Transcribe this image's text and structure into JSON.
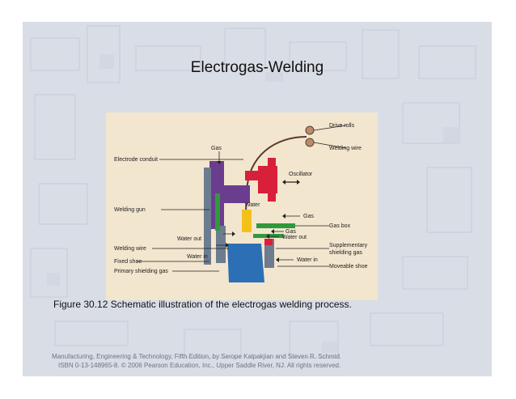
{
  "slide": {
    "title": "Electrogas-Welding",
    "caption": "Figure 30.12  Schematic illustration of the electrogas welding process.",
    "footer_line1": "Manufacturing, Engineering & Technology, Fifth Edition, by Serope Kalpakjian and Steven R. Schmid.",
    "footer_line2": "ISBN 0-13-148965-8. © 2006 Pearson Education, Inc., Upper Saddle River, NJ.  All rights reserved."
  },
  "diagram": {
    "labels": {
      "electrode_conduit": "Electrode conduit",
      "gas_top": "Gas",
      "welding_gun": "Welding gun",
      "water_out_left": "Water out",
      "welding_wire_left": "Welding wire",
      "water_in_left": "Water in",
      "fixed_shoe": "Fixed shoe",
      "primary_shielding_gas": "Primary shielding gas",
      "drive_rolls": "Drive rolls",
      "welding_wire_right": "Welding wire",
      "oscillator": "Oscillator",
      "water_center": "Water",
      "gas_right": "Gas",
      "gas_box": "Gas box",
      "gas_right2": "Gas",
      "water_out_right": "Water out",
      "supplementary_shielding_gas_1": "Supplementary",
      "supplementary_shielding_gas_2": "shielding gas",
      "water_in_right": "Water in",
      "moveable_shoe": "Moveable shoe"
    },
    "colors": {
      "background": "#f3e6cf",
      "purple": "#6a3d8f",
      "red": "#d8203a",
      "green": "#2f9a3c",
      "yellow": "#f2c21a",
      "blue": "#2d6fb5",
      "gray": "#6d7c8f"
    }
  }
}
